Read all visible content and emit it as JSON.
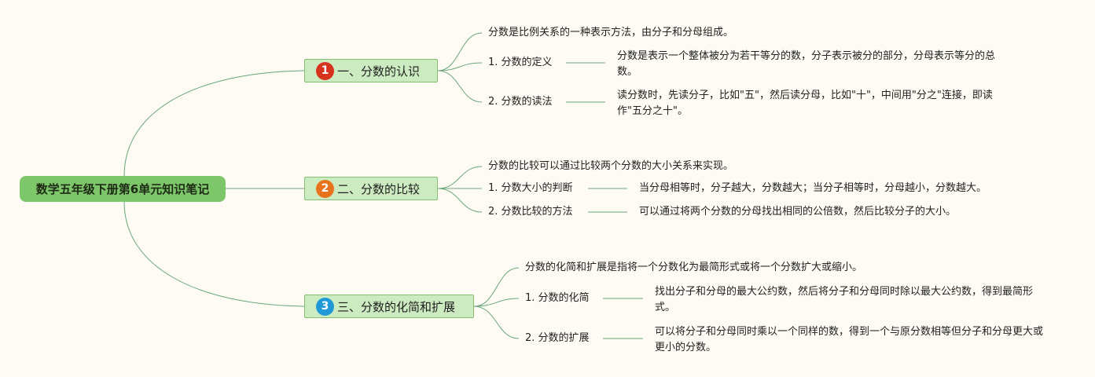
{
  "root": {
    "label": "数学五年级下册第6单元知识笔记"
  },
  "branches": [
    {
      "badge": "1",
      "badge_color": "#d6321e",
      "label": "一、分数的认识",
      "intro": "分数是比例关系的一种表示方法，由分子和分母组成。",
      "items": [
        {
          "title": "1. 分数的定义",
          "desc": "分数是表示一个整体被分为若干等分的数，分子表示被分的部分，分母表示等分的总数。"
        },
        {
          "title": "2. 分数的读法",
          "desc": "读分数时，先读分子，比如\"五\"，然后读分母，比如\"十\"，中间用\"分之\"连接，即读作\"五分之十\"。"
        }
      ]
    },
    {
      "badge": "2",
      "badge_color": "#e8731e",
      "label": "二、分数的比较",
      "intro": "分数的比较可以通过比较两个分数的大小关系来实现。",
      "items": [
        {
          "title": "1. 分数大小的判断",
          "desc": "当分母相等时，分子越大，分数越大；当分子相等时，分母越小，分数越大。"
        },
        {
          "title": "2. 分数比较的方法",
          "desc": "可以通过将两个分数的分母找出相同的公倍数，然后比较分子的大小。"
        }
      ]
    },
    {
      "badge": "3",
      "badge_color": "#1f9ad6",
      "label": "三、分数的化简和扩展",
      "intro": "分数的化简和扩展是指将一个分数化为最简形式或将一个分数扩大或缩小。",
      "items": [
        {
          "title": "1. 分数的化简",
          "desc": "找出分子和分母的最大公约数，然后将分子和分母同时除以最大公约数，得到最简形式。"
        },
        {
          "title": "2. 分数的扩展",
          "desc": "可以将分子和分母同时乘以一个同样的数，得到一个与原分数相等但分子和分母更大或更小的分数。"
        }
      ]
    }
  ]
}
